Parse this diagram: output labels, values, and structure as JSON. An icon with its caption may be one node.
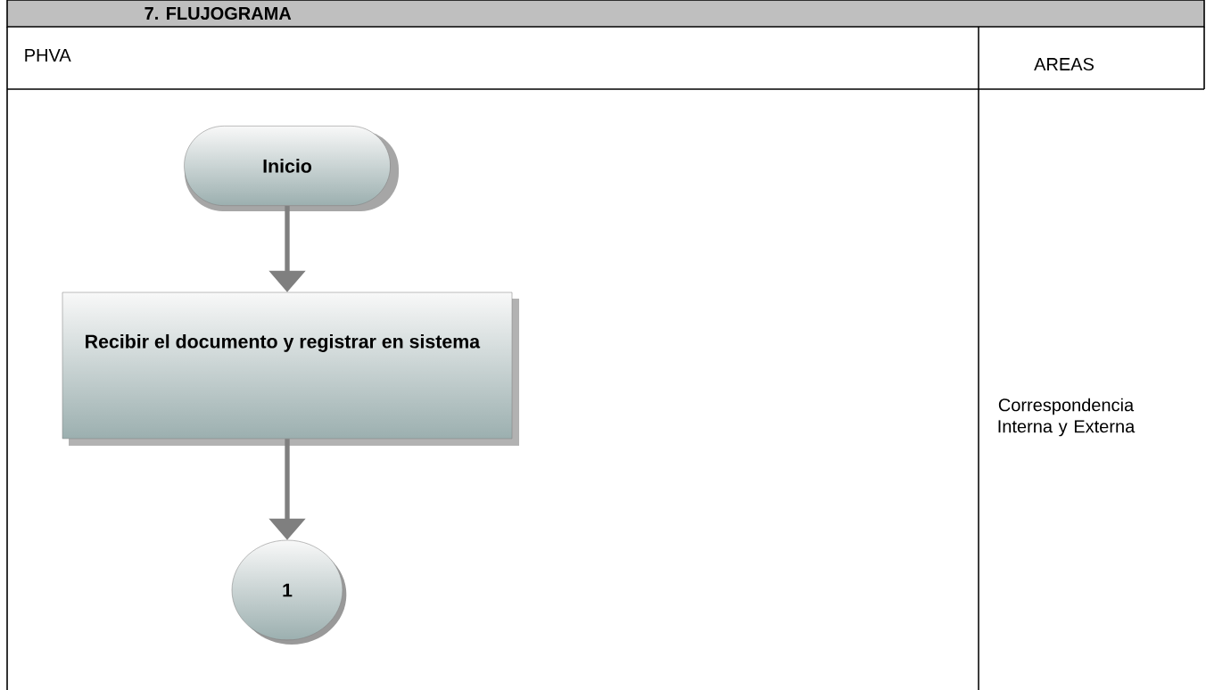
{
  "diagram": {
    "title": "7. FLUJOGRAMA",
    "nodes": [
      {
        "text": [
          "Inicio"
        ]
      },
      {
        "text": [
          "Recibir el documento y registrar en sistema"
        ]
      },
      {
        "text": [
          "1"
        ]
      }
    ],
    "edges": [
      {
        "from": 0,
        "to": 1,
        "arrow": "to"
      },
      {
        "from": 1,
        "to": 2,
        "arrow": "to"
      }
    ],
    "labels": [
      "PHVA",
      "AREAS",
      "Correspondencia Interna y Externa"
    ]
  }
}
